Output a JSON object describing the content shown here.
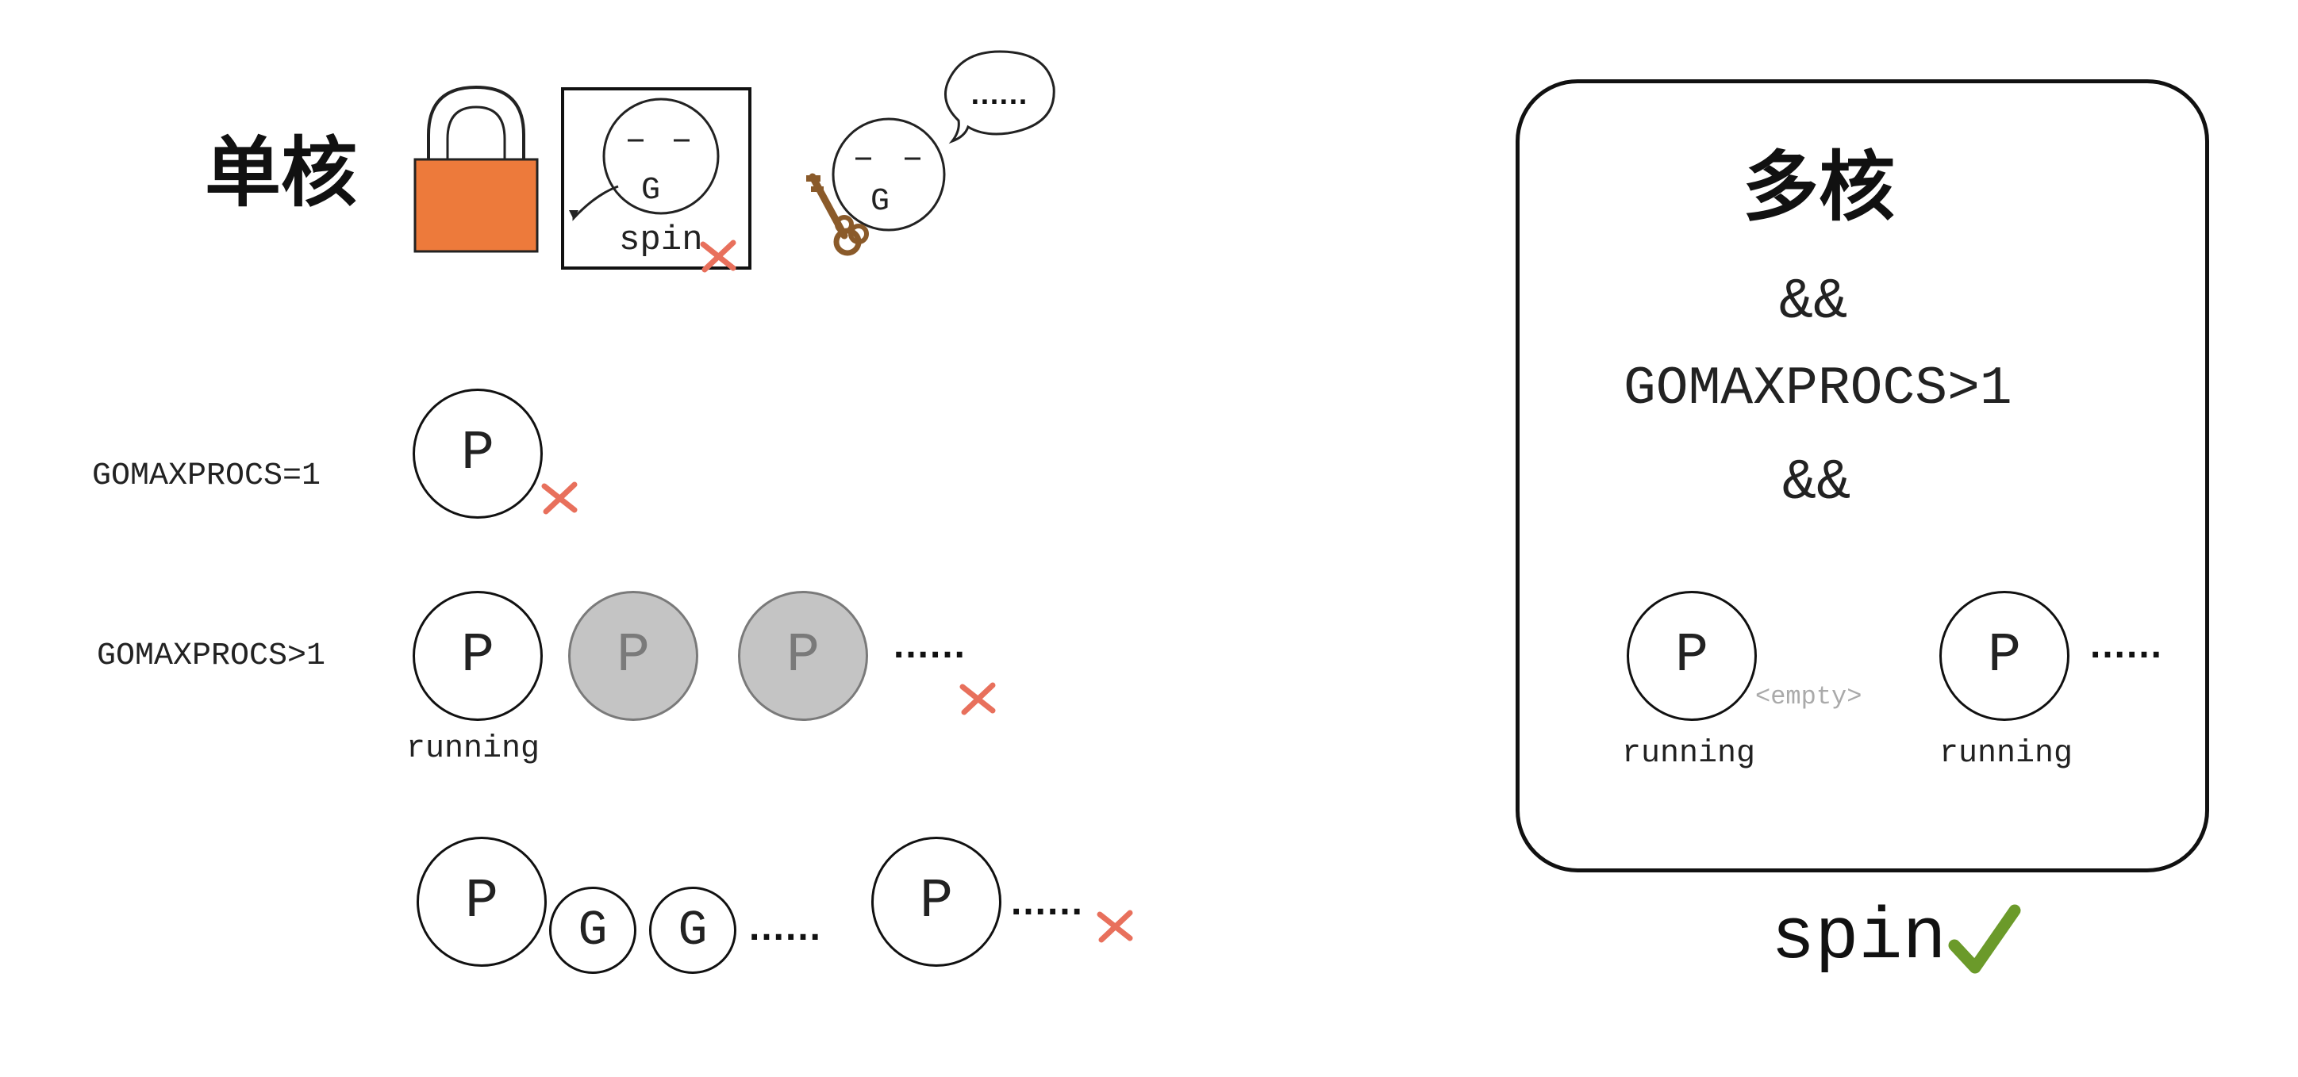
{
  "single_core": {
    "title": "单核",
    "lock_box_g": "G",
    "lock_box_spin": "spin",
    "sleeper_g": "G",
    "bubble_text": "……"
  },
  "rows": {
    "gomaxprocs_eq1": {
      "label": "GOMAXPROCS=1",
      "p": "P"
    },
    "gomaxprocs_gt1": {
      "label": "GOMAXPROCS>1",
      "p_running": "P",
      "running_label": "running",
      "p_idle_1": "P",
      "p_idle_2": "P",
      "dots": "……"
    },
    "queue_row": {
      "p1": "P",
      "g1": "G",
      "g2": "G",
      "dots1": "……",
      "p2": "P",
      "dots2": "……"
    }
  },
  "multi_core": {
    "title": "多核",
    "and1": "&&",
    "condition": "GOMAXPROCS>1",
    "and2": "&&",
    "p1": "P",
    "p1_label": "running",
    "empty_label": "<empty>",
    "p2": "P",
    "p2_label": "running",
    "dots": "……"
  },
  "result": {
    "spin_label": "spin"
  },
  "colors": {
    "lock_orange": "#ed7a3b",
    "x_red": "#e8705c",
    "check_green": "#6b9a2a",
    "idle_gray": "#c4c4c4"
  }
}
